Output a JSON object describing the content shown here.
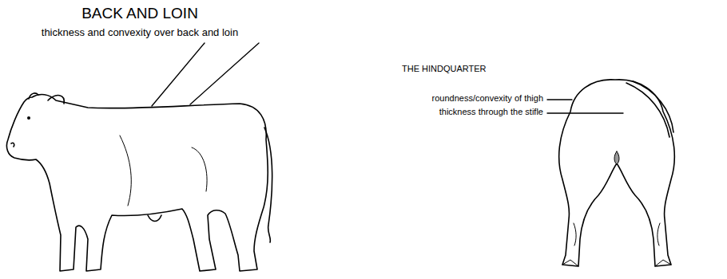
{
  "diagram": {
    "labels": [
      "BACK AND LOIN",
      "thickness and convexity over back and loin",
      "THE HINDQUARTER",
      "roundness/convexity of thigh",
      "thickness through the stifle"
    ]
  }
}
